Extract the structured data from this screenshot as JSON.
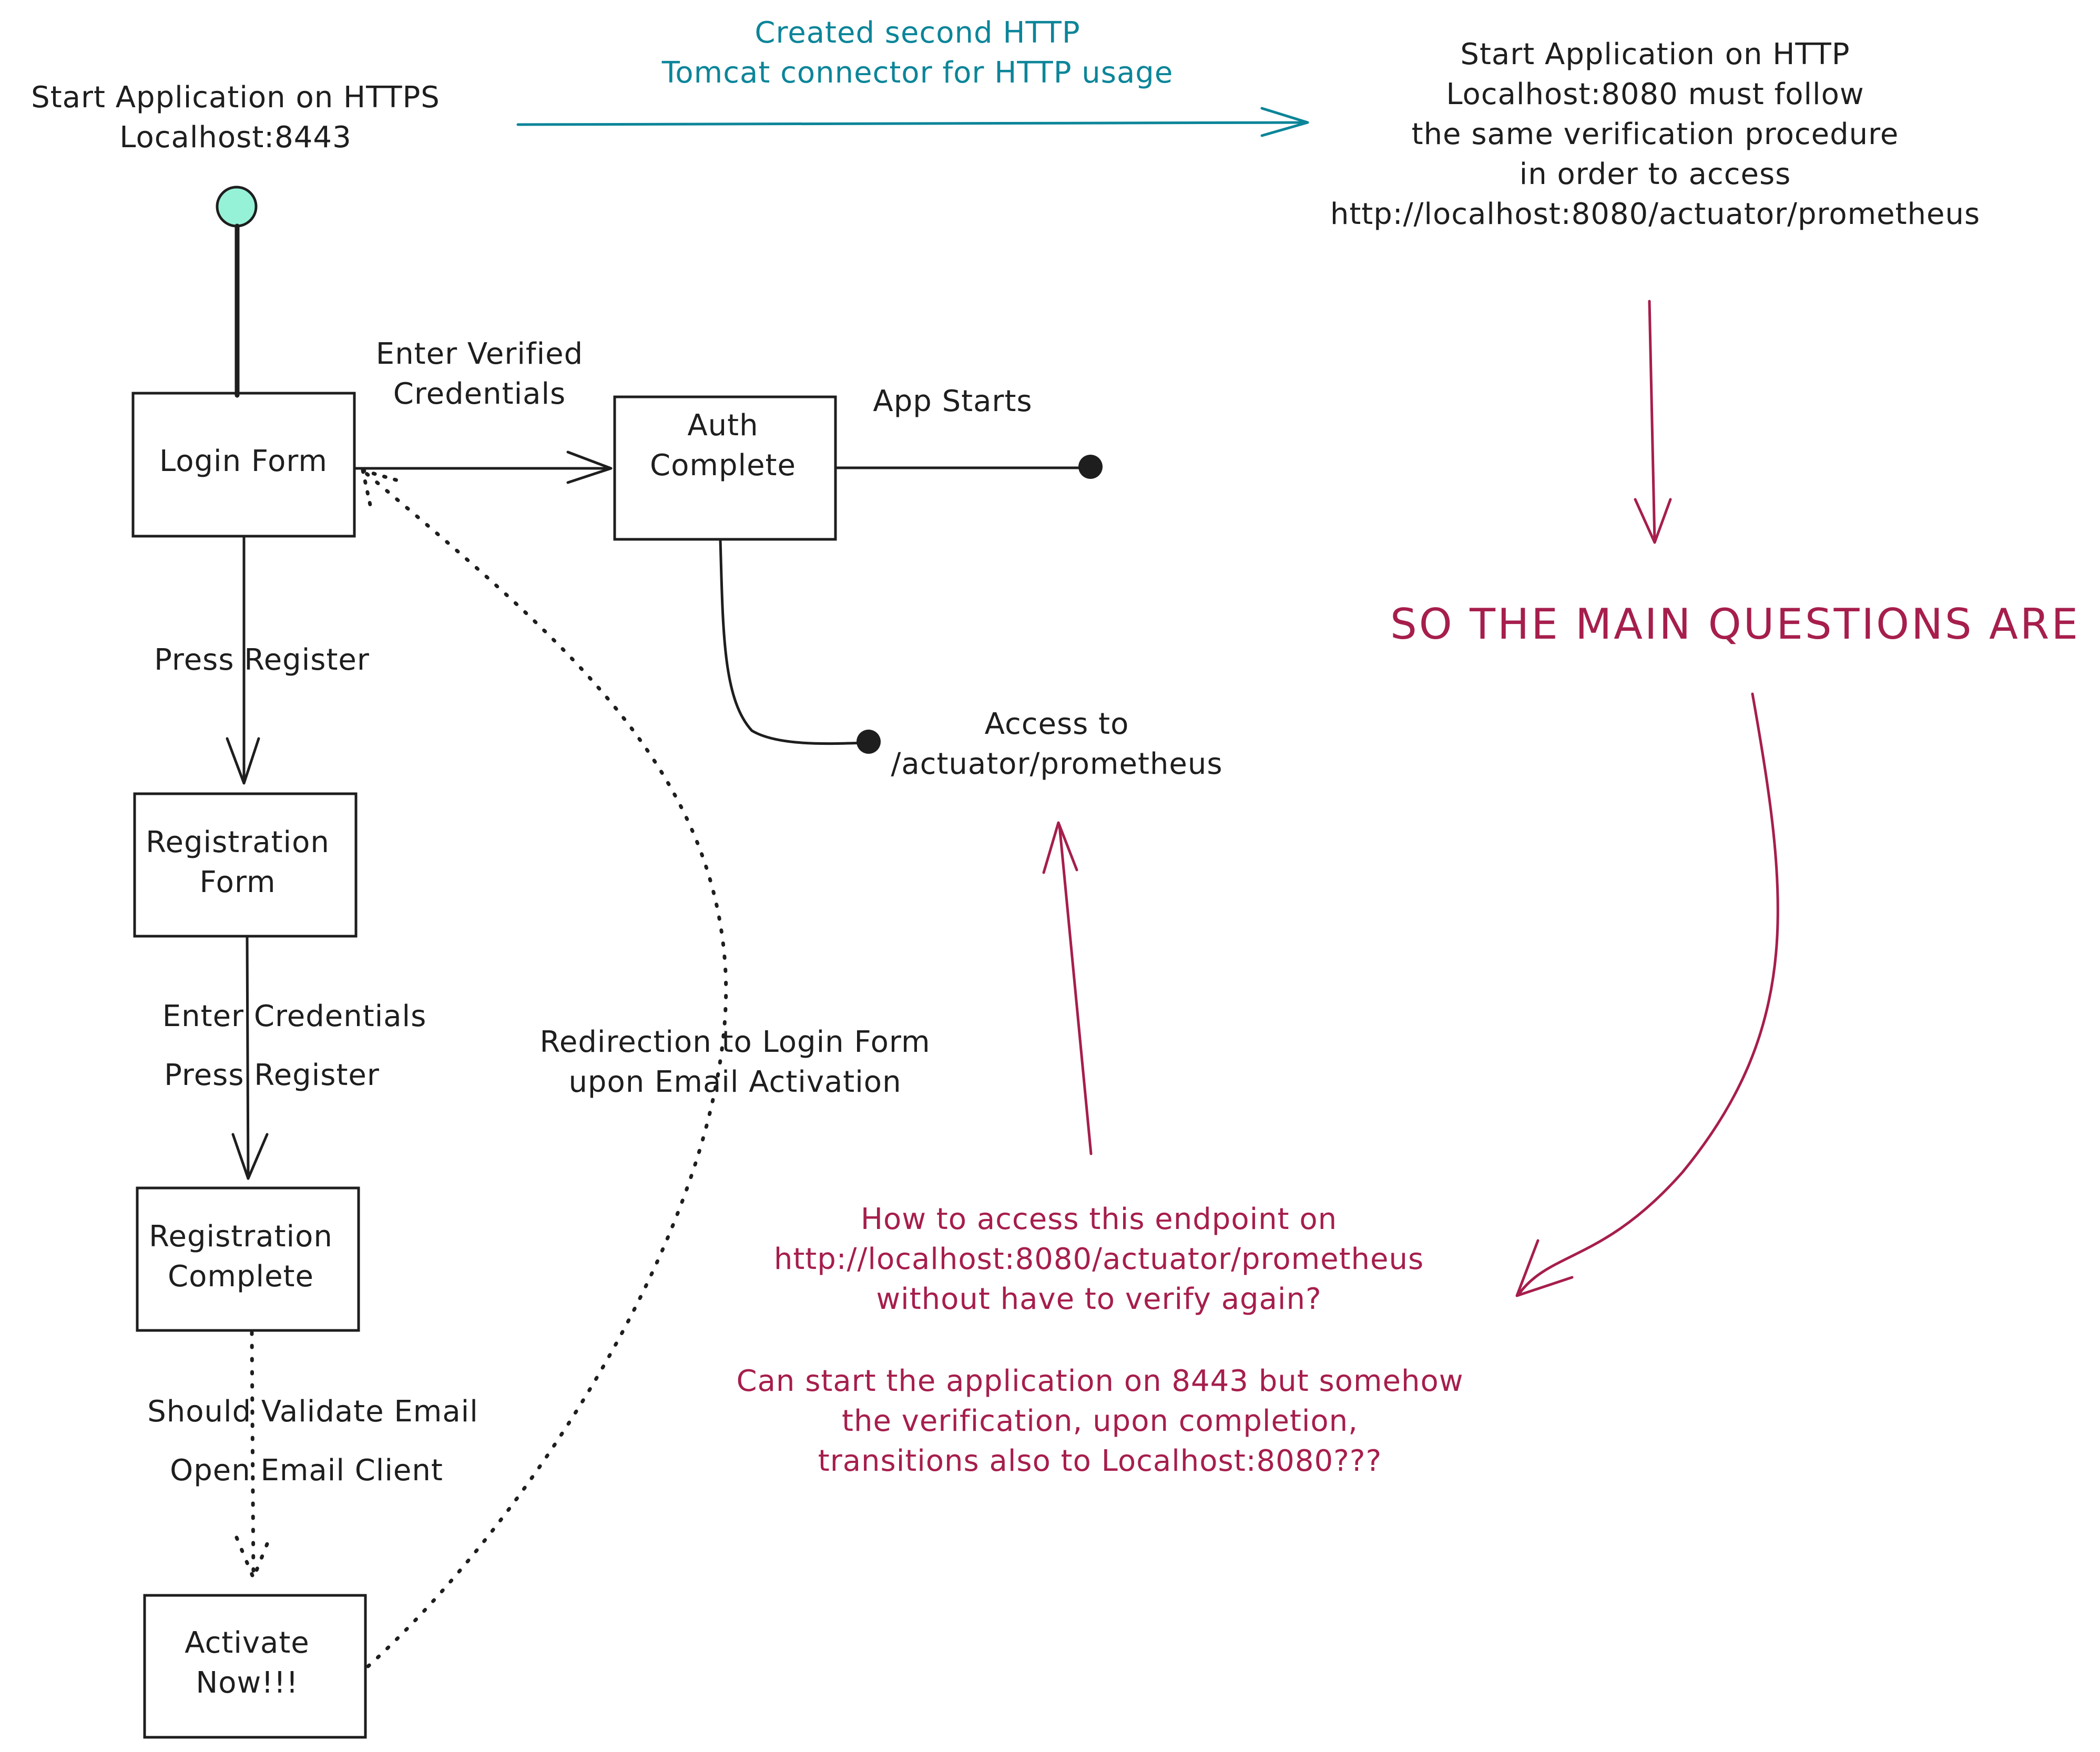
{
  "colors": {
    "ink": "#1e1e1e",
    "teal": "#0c8599",
    "crimson": "#a61e4d",
    "start_fill": "#96f2d7"
  },
  "top_left": {
    "title": "Start Application on HTTPS\nLocalhost:8443"
  },
  "top_arrow_label": "Created second HTTP\nTomcat connector for HTTP usage",
  "top_right": {
    "text": "Start Application on HTTP\nLocalhost:8080 must follow\nthe same verification procedure\nin order to access\nhttp://localhost:8080/actuator/prometheus"
  },
  "nodes": {
    "login_form": "Login Form",
    "auth_complete": "Auth\nComplete",
    "registration_form": "Registration\nForm",
    "registration_complete": "Registration\nComplete",
    "activate_now": "Activate\nNow!!!"
  },
  "edges": {
    "enter_verified": "Enter Verified\nCredentials",
    "app_starts": "App Starts",
    "press_register": "Press Register",
    "enter_credentials": "Enter Credentials",
    "press_register_2": "Press Register",
    "should_validate": "Should Validate Email",
    "open_email": "Open Email Client",
    "redirection": "Redirection to Login Form\nupon Email Activation",
    "access_prometheus": "Access to\n/actuator/prometheus"
  },
  "main_questions": "SO THE MAIN QUESTIONS ARE",
  "questions": {
    "q1": "How to access this endpoint on\nhttp://localhost:8080/actuator/prometheus\nwithout have to verify again?",
    "q2": "Can start the application on 8443 but somehow\nthe verification, upon completion,\ntransitions also to Localhost:8080???"
  }
}
